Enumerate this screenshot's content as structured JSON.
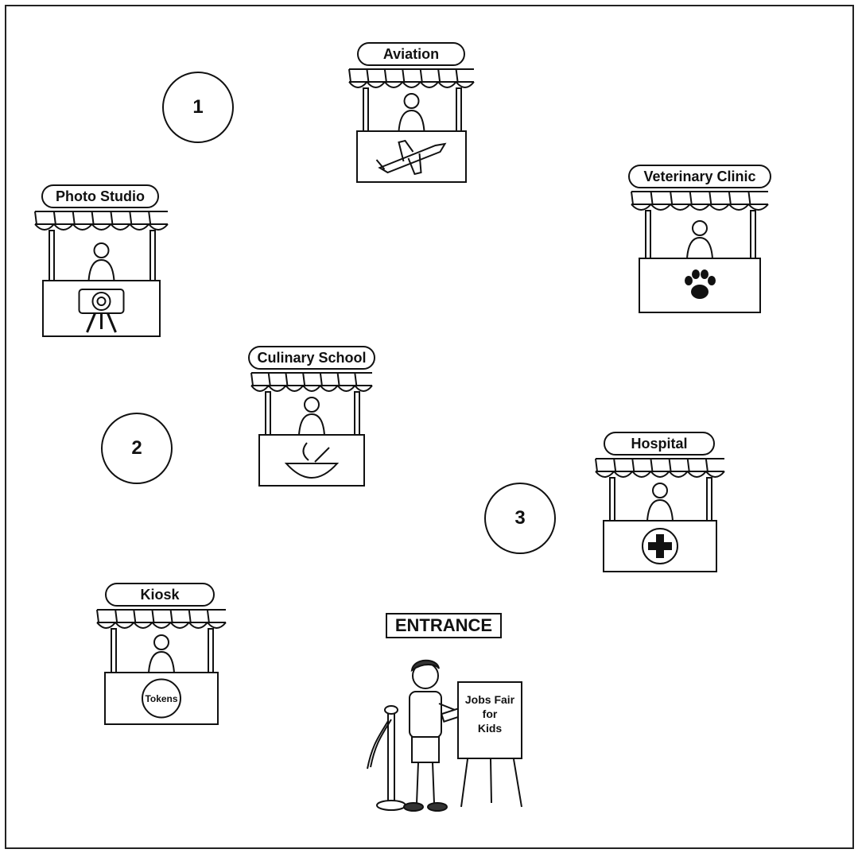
{
  "map": {
    "stalls": [
      {
        "id": "aviation",
        "label": "Aviation",
        "icon": "airplane-icon"
      },
      {
        "id": "photo-studio",
        "label": "Photo Studio",
        "icon": "camera-icon"
      },
      {
        "id": "veterinary-clinic",
        "label": "Veterinary Clinic",
        "icon": "paw-icon"
      },
      {
        "id": "culinary-school",
        "label": "Culinary School",
        "icon": "bowl-icon"
      },
      {
        "id": "hospital",
        "label": "Hospital",
        "icon": "medical-cross-icon"
      },
      {
        "id": "kiosk",
        "label": "Kiosk",
        "icon": "token-icon",
        "sub_label": "Tokens"
      }
    ],
    "markers": [
      {
        "number": "1"
      },
      {
        "number": "2"
      },
      {
        "number": "3"
      }
    ],
    "entrance": {
      "label": "ENTRANCE"
    },
    "board": {
      "lines": [
        "Jobs Fair",
        "for",
        "Kids"
      ]
    }
  }
}
